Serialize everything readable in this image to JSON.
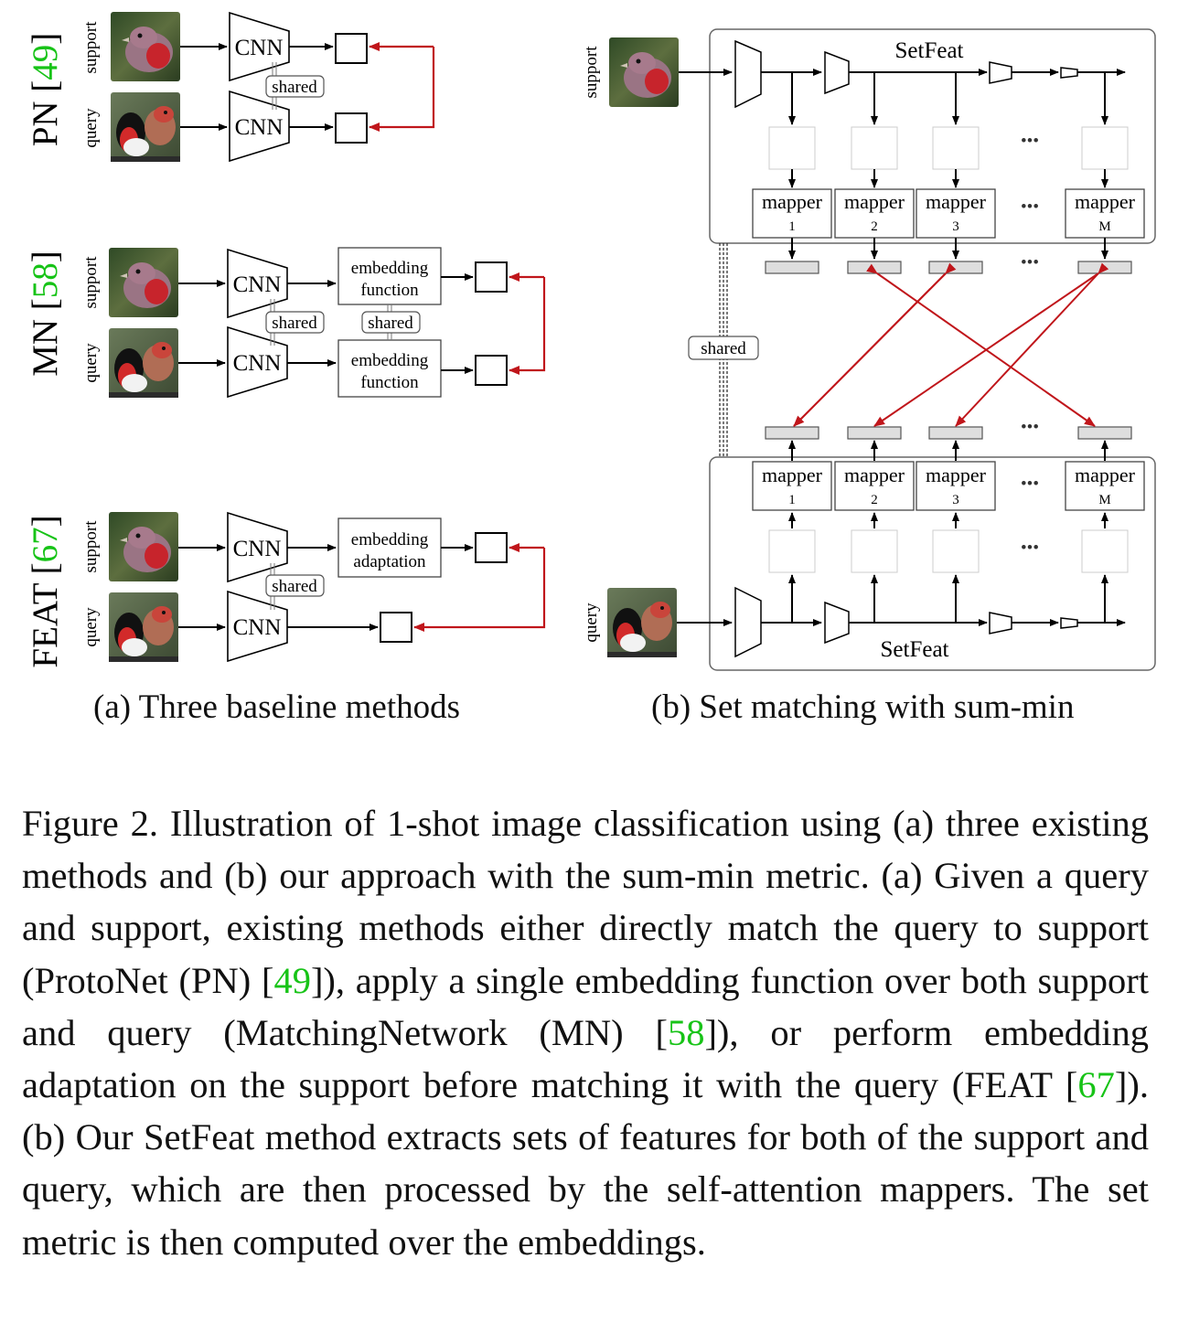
{
  "panel_a": {
    "caption": "(a) Three baseline methods",
    "rows": [
      {
        "method": "PN",
        "cite": "49",
        "support_label": "support",
        "query_label": "query",
        "cnn_label": "CNN",
        "shared_label": "shared"
      },
      {
        "method": "MN",
        "cite": "58",
        "support_label": "support",
        "query_label": "query",
        "cnn_label": "CNN",
        "shared_label": "shared",
        "embed_line1": "embedding",
        "embed_line2": "function",
        "embed_shared_label": "shared"
      },
      {
        "method": "FEAT",
        "cite": "67",
        "support_label": "support",
        "query_label": "query",
        "cnn_label": "CNN",
        "shared_label": "shared",
        "embed_line1": "embedding",
        "embed_line2": "adaptation"
      }
    ]
  },
  "panel_b": {
    "caption": "(b) Set matching with sum-min",
    "support_label": "support",
    "query_label": "query",
    "top_title": "SetFeat",
    "bottom_title": "SetFeat",
    "shared_label": "shared",
    "mapper_word": "mapper",
    "mapper_ids": [
      "1",
      "2",
      "3",
      "M"
    ],
    "ellipsis": "•••"
  },
  "caption": {
    "p1": "Figure 2. Illustration of 1-shot image classification using (a) three existing methods and (b) our approach with the sum-min metric. (a) Given a query and support, existing methods either directly match the query to support (ProtoNet (PN) [",
    "c1": "49",
    "p2": "]), apply a single embedding function over both support and query (MatchingNetwork (MN) [",
    "c2": "58",
    "p3": "]), or perform embedding adaptation on the support before matching it with the query (FEAT [",
    "c3": "67",
    "p4": "]). (b) Our SetFeat method extracts sets of features for both of the support and query, which are then processed by the self-attention mappers. The set metric is then computed over the embeddings."
  },
  "colors": {
    "citation": "#17c317",
    "match_arrow": "#c0161b",
    "embedding_fill": "#dedede"
  }
}
